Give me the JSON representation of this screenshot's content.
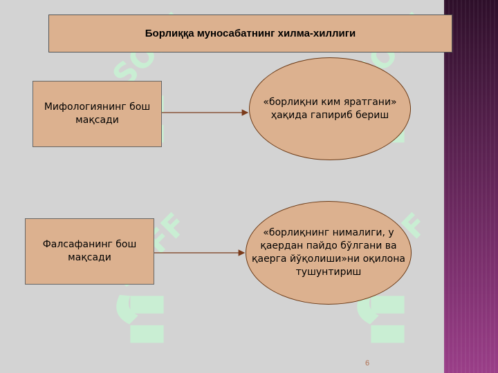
{
  "slide": {
    "title": "Борлиққа муносабатнинг хилма-хиллиги",
    "rows": [
      {
        "subject": "Мифологиянинг бош мақсади",
        "goal": "«борлиқни ким яратгани» ҳақида гапириб бериш"
      },
      {
        "subject": "Фалсафанинг бош мақсади",
        "goal": "«борлиқнинг нималиги, у қаердан пайдо бўлгани ва қаерга йўқолиши»ни оқилона тушунтириш"
      }
    ],
    "page_number": "6"
  },
  "watermark": {
    "text": "SOFF",
    "color": "#c8f2d4"
  },
  "colors": {
    "box_fill": "#dcb18f",
    "background": "#d3d3d3",
    "arrow": "#7a3a1a",
    "side_band": "#7a2f6c"
  }
}
